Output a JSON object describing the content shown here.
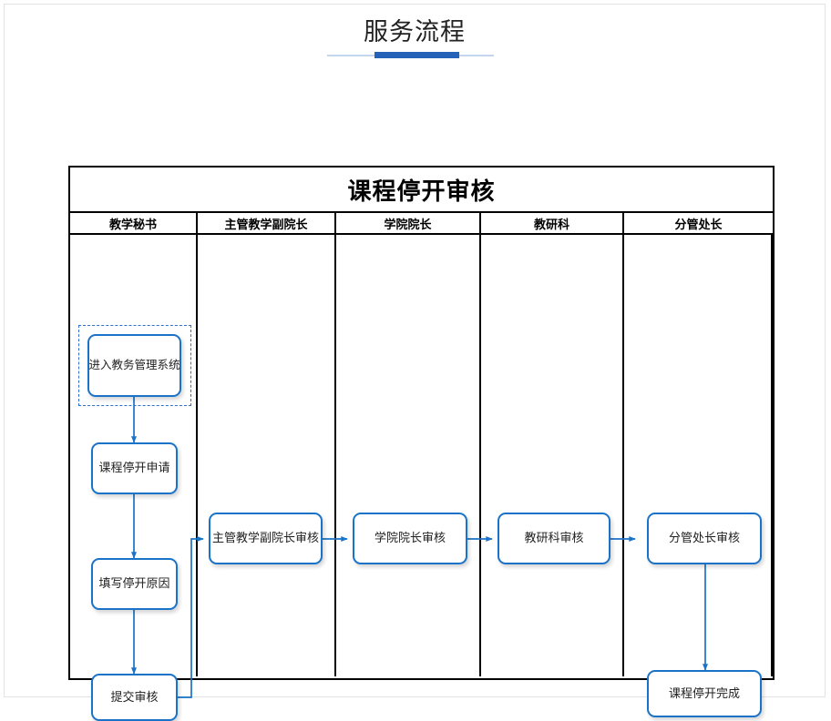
{
  "page": {
    "title": "服务流程",
    "accent_color": "#2563b8",
    "accent_light": "#c3d5ef",
    "node_border_color": "#1a73c8",
    "edge_color": "#1a73c8"
  },
  "flowchart": {
    "title": "课程停开审核",
    "lanes": [
      {
        "label": "教学秘书"
      },
      {
        "label": "主管教学副院长"
      },
      {
        "label": "学院院长"
      },
      {
        "label": "教研科"
      },
      {
        "label": "分管处长"
      }
    ],
    "nodes": [
      {
        "id": "n1",
        "label": "进入教务管理系统",
        "lane": 0,
        "selected": true
      },
      {
        "id": "n2",
        "label": "课程停开申请",
        "lane": 0,
        "selected": false
      },
      {
        "id": "n3",
        "label": "填写停开原因",
        "lane": 0,
        "selected": false
      },
      {
        "id": "n4",
        "label": "提交审核",
        "lane": 0,
        "selected": false
      },
      {
        "id": "n5",
        "label": "主管教学副院长审核",
        "lane": 1,
        "selected": false
      },
      {
        "id": "n6",
        "label": "学院院长审核",
        "lane": 2,
        "selected": false
      },
      {
        "id": "n7",
        "label": "教研科审核",
        "lane": 3,
        "selected": false
      },
      {
        "id": "n8",
        "label": "分管处长审核",
        "lane": 4,
        "selected": false
      },
      {
        "id": "n9",
        "label": "课程停开完成",
        "lane": 4,
        "selected": false
      }
    ],
    "edges": [
      {
        "from": "n1",
        "to": "n2"
      },
      {
        "from": "n2",
        "to": "n3"
      },
      {
        "from": "n3",
        "to": "n4"
      },
      {
        "from": "n4",
        "to": "n5"
      },
      {
        "from": "n5",
        "to": "n6"
      },
      {
        "from": "n6",
        "to": "n7"
      },
      {
        "from": "n7",
        "to": "n8"
      },
      {
        "from": "n8",
        "to": "n9"
      }
    ]
  }
}
